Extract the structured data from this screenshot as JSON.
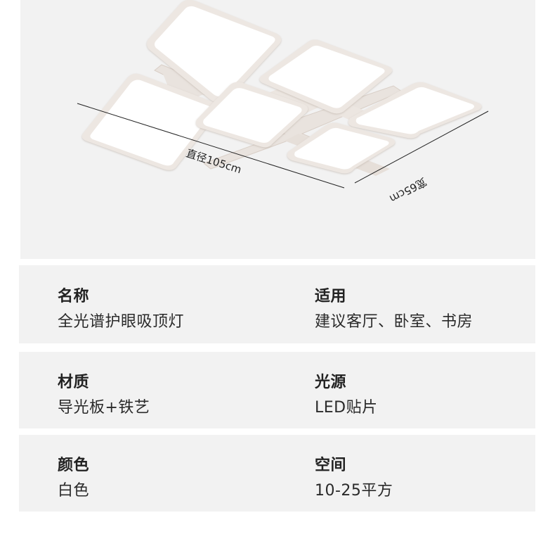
{
  "product_image": {
    "alt": "Rectangular LED ceiling lamp with six square light panels",
    "dimensions": {
      "length_label": "直径105cm",
      "width_label": "宽65cm"
    },
    "colors": {
      "background": "#f2f2f2",
      "frame": "#ebe5e0",
      "light": "#ffffff",
      "dimension_line": "#222222"
    }
  },
  "specs": [
    {
      "left": {
        "label": "名称",
        "value": "全光谱护眼吸顶灯"
      },
      "right": {
        "label": "适用",
        "value": "建议客厅、卧室、书房"
      }
    },
    {
      "left": {
        "label": "材质",
        "value": "导光板+铁艺"
      },
      "right": {
        "label": "光源",
        "value": "LED贴片"
      }
    },
    {
      "left": {
        "label": "颜色",
        "value": "白色"
      },
      "right": {
        "label": "空间",
        "value": "10-25平方"
      }
    }
  ]
}
